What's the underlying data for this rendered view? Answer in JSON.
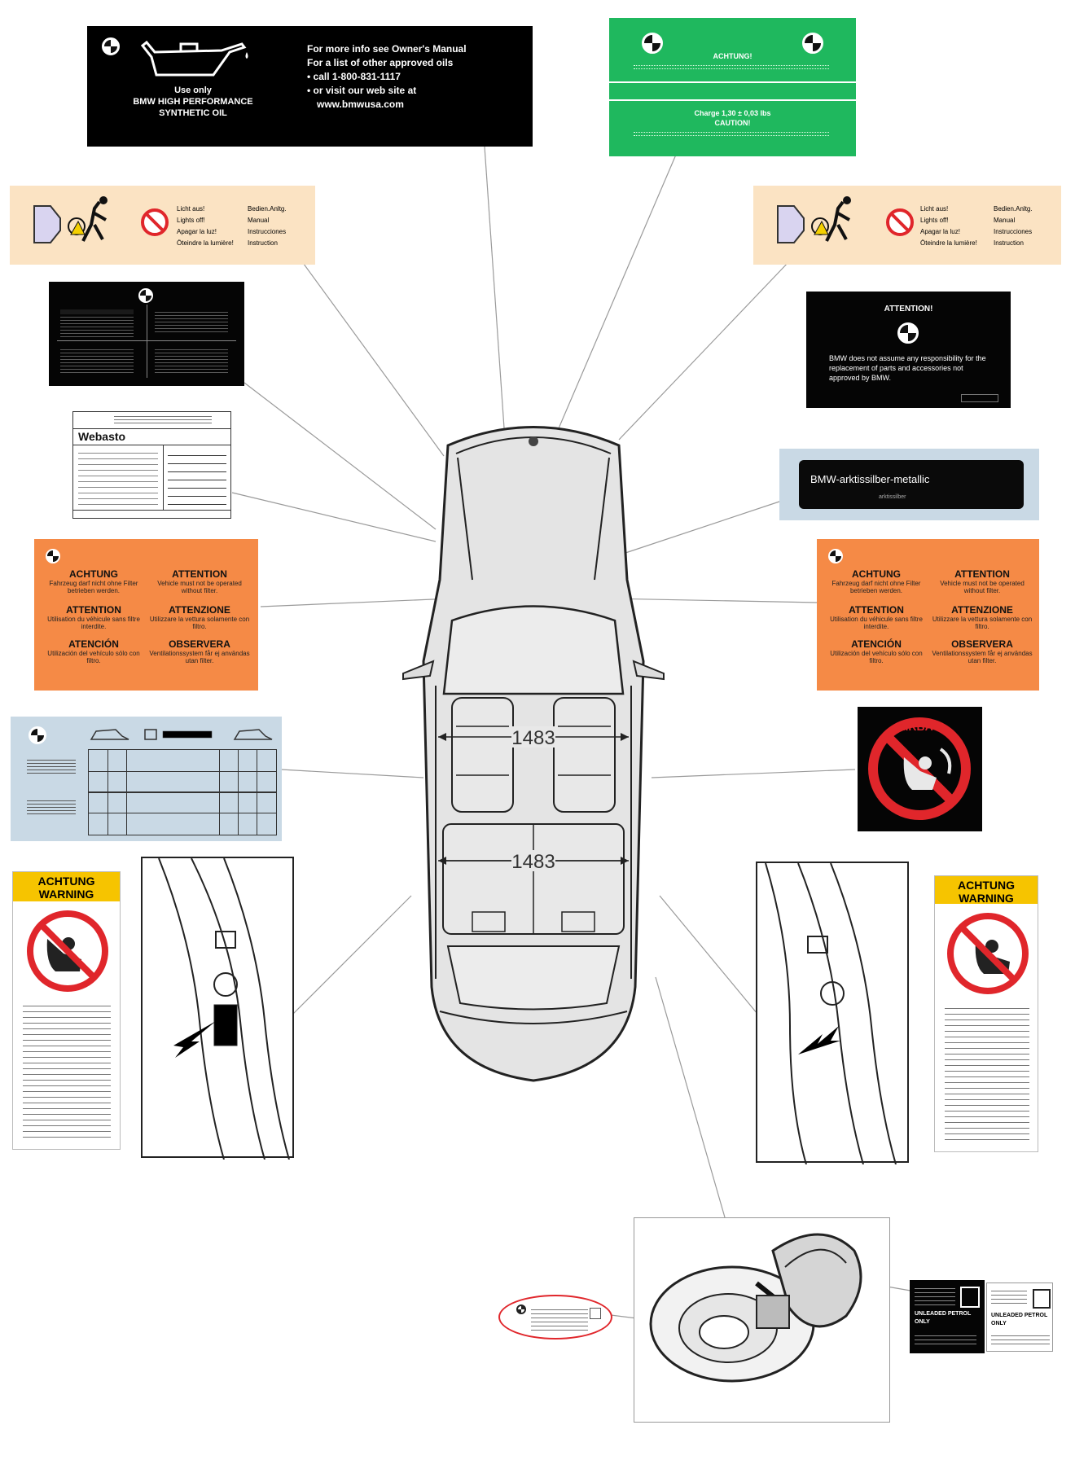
{
  "oil_label": {
    "left_lines": [
      "Use only",
      "BMW HIGH PERFORMANCE",
      "SYNTHETIC OIL"
    ],
    "right_lines": [
      "For more info see Owner's Manual",
      "For a list of other approved oils",
      "• call 1-800-831-1117",
      "• or visit our web site at",
      "www.bmwusa.com"
    ]
  },
  "ac_label": {
    "lines": [
      "ACHTUNG!",
      "CAUTION!"
    ],
    "charge": "Charge 1,30 ± 0,03 lbs"
  },
  "light_label_left": {
    "col1": [
      "Licht aus!",
      "Lights off!",
      "Apagar la luz!",
      "Öteindre la lumière!"
    ],
    "col2": [
      "Bedien.Anltg.",
      "Manual",
      "Instrucciones",
      "Instruction"
    ]
  },
  "light_label_right": {
    "col1": [
      "Licht aus!",
      "Lights off!",
      "Apagar la luz!",
      "Öteindre la lumière!"
    ],
    "col2": [
      "Bedien.Anltg.",
      "Manual",
      "Instrucciones",
      "Instruction"
    ]
  },
  "attention_black": {
    "title": "ATTENTION!",
    "body": "BMW does not assume any responsibility for the replacement of parts and accessories not approved by BMW."
  },
  "webasto": {
    "brand": "Webasto"
  },
  "paint_label": {
    "name": "BMW-arktissilber-metallic",
    "sub": "arktissilber"
  },
  "orange_left": {
    "cells": [
      {
        "h": "ACHTUNG",
        "s": "Fahrzeug darf nicht ohne Filter betrieben werden."
      },
      {
        "h": "ATTENTION",
        "s": "Vehicle must not be operated without filter."
      },
      {
        "h": "ATTENTION",
        "s": "Utilisation du véhicule sans filtre interdite."
      },
      {
        "h": "ATTENZIONE",
        "s": "Utilizzare la vettura solamente con filtro."
      },
      {
        "h": "ATENCIÓN",
        "s": "Utilización del vehículo sólo con filtro."
      },
      {
        "h": "OBSERVERA",
        "s": "Ventilationssystem får ej användas utan filter."
      }
    ]
  },
  "orange_right": {
    "cells": [
      {
        "h": "ACHTUNG",
        "s": "Fahrzeug darf nicht ohne Filter betrieben werden."
      },
      {
        "h": "ATTENTION",
        "s": "Vehicle must not be operated without filter."
      },
      {
        "h": "ATTENTION",
        "s": "Utilisation du véhicule sans filtre interdite."
      },
      {
        "h": "ATTENZIONE",
        "s": "Utilizzare la vettura solamente con filtro."
      },
      {
        "h": "ATENCIÓN",
        "s": "Utilización del vehículo sólo con filtro."
      },
      {
        "h": "OBSERVERA",
        "s": "Ventilationssystem får ej användas utan filter."
      }
    ]
  },
  "airbag_label": {
    "text": "AIRBAG"
  },
  "seat_dims": {
    "front": "1483",
    "rear": "1483"
  },
  "warning_left": {
    "header1": "ACHTUNG",
    "header2": "WARNING"
  },
  "warning_right": {
    "header1": "ACHTUNG",
    "header2": "WARNING"
  },
  "fuel_label": {
    "line1": "UNLEADED PETROL",
    "line2": "ONLY"
  },
  "colors": {
    "green": "#1fb85e",
    "orange": "#f58a46",
    "cream": "#fbe3c3",
    "light_blue": "#c9d9e5",
    "warning_yellow": "#f6c400",
    "red": "#e0262b"
  },
  "icons": [
    "bmw-logo-icon",
    "oil-can-icon",
    "no-entry-icon",
    "airbag-prohibited-icon",
    "arrow-icon"
  ]
}
